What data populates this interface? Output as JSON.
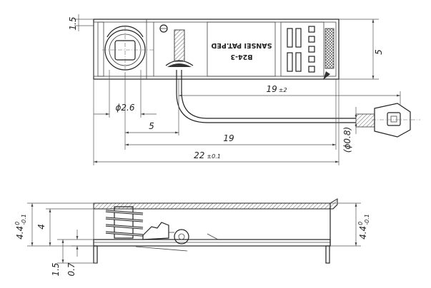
{
  "drawing": {
    "marking": {
      "line1": "B24-3",
      "line2": "SANSEI PAT.PED"
    },
    "top_view": {
      "dim_height_left": "1.5",
      "dim_height_right": "5",
      "dim_diameter_hole": "ϕ2.6",
      "dim_cable_offset": "5",
      "dim_lead_length": "19",
      "dim_lead_length_tol": "±2",
      "dim_cable_length": "19",
      "dim_overall_length": "22",
      "dim_overall_length_tol": "±0.1",
      "dim_wire_diameter": "(ϕ0.8)"
    },
    "side_view": {
      "dim_height_left": "4.4",
      "dim_height_left_tol_upper": "0",
      "dim_height_left_tol_lower": "-0.1",
      "dim_inner_height": "4",
      "dim_height_right": "4.4",
      "dim_height_right_tol_upper": "0",
      "dim_height_right_tol_lower": "-0.1",
      "dim_pin_height": "1.5",
      "dim_pin_thickness": "0.7"
    }
  }
}
